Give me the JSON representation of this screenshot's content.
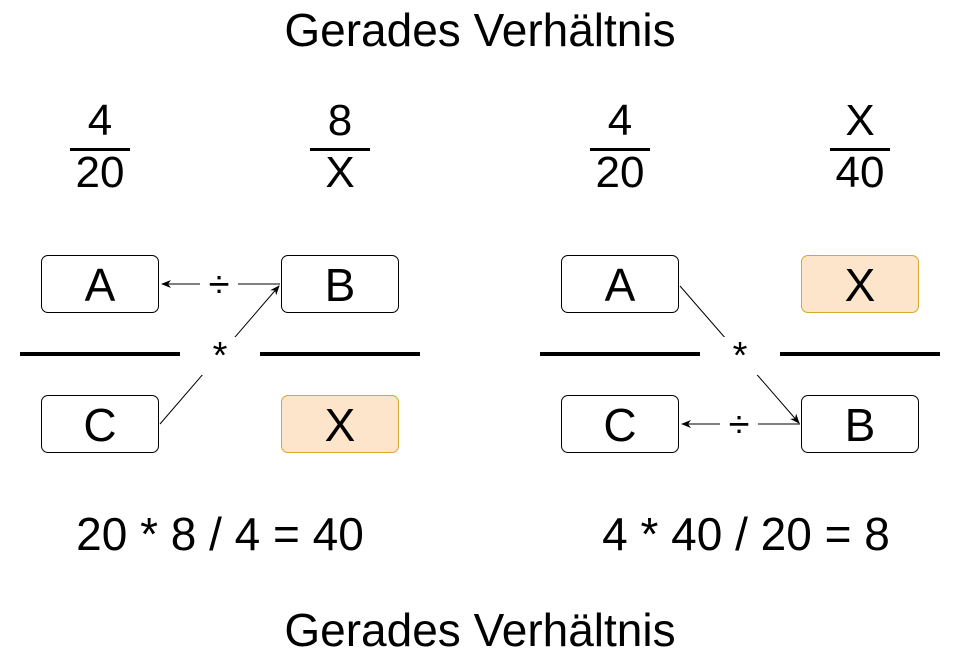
{
  "title": "Gerades Verhältnis",
  "footer_title": "Gerades Verhältnis",
  "left": {
    "fraction1": {
      "num": "4",
      "den": "20"
    },
    "fraction2": {
      "num": "8",
      "den": "X"
    },
    "box_a": "A",
    "box_b": "B",
    "box_c": "C",
    "box_x": "X",
    "op_divide": "÷",
    "op_multiply": "*",
    "equation": "20 * 8 / 4 = 40"
  },
  "right": {
    "fraction1": {
      "num": "4",
      "den": "20"
    },
    "fraction2": {
      "num": "X",
      "den": "40"
    },
    "box_a": "A",
    "box_x": "X",
    "box_c": "C",
    "box_b": "B",
    "op_multiply": "*",
    "op_divide": "÷",
    "equation": "4 * 40 / 20 = 8"
  },
  "colors": {
    "highlight_fill": "#fde5cc",
    "highlight_border": "#d6a62d"
  }
}
